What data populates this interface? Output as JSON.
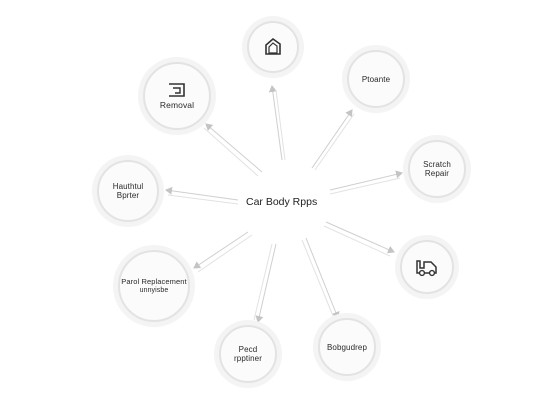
{
  "center": {
    "label": "Car Body Rpps"
  },
  "nodes": [
    {
      "id": "top",
      "label": "",
      "icon": "door-panel-icon"
    },
    {
      "id": "top-right",
      "label": "Ptoante"
    },
    {
      "id": "right",
      "label_line1": "Scratch",
      "label_line2": "Repair"
    },
    {
      "id": "lower-right",
      "label": "",
      "icon": "tow-truck-icon"
    },
    {
      "id": "bottom-right",
      "label": "Bobgudrep"
    },
    {
      "id": "bottom",
      "label_line1": "Pecd",
      "label_line2": "rpptiner"
    },
    {
      "id": "left-lower",
      "label_line1": "Parol Replacement",
      "label_line2": "unnyisbe"
    },
    {
      "id": "left",
      "label_line1": "Hauthtul",
      "label_line2": "Bprter"
    },
    {
      "id": "top-left",
      "label": "Removal",
      "icon": "dent-panel-icon"
    }
  ],
  "colors": {
    "arrow": "#c8c8c8",
    "node_border": "#e3e3e3",
    "text": "#222222"
  }
}
